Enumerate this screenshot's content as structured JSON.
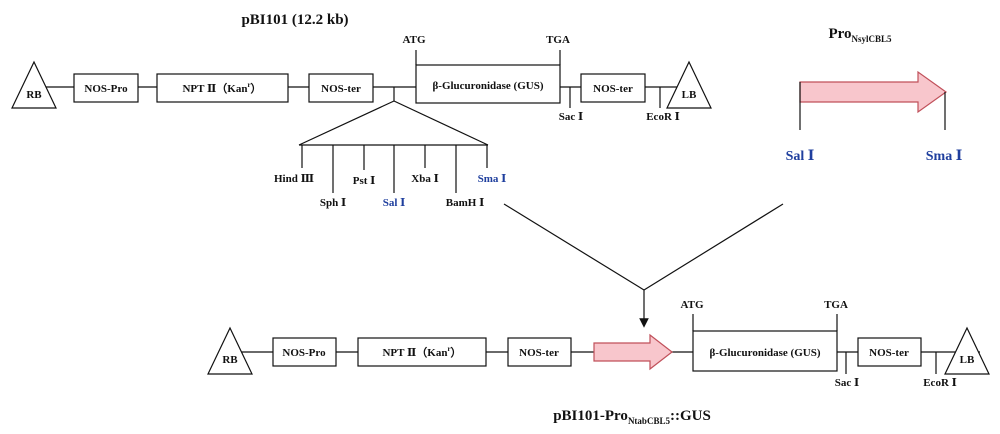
{
  "top": {
    "title": "pBI101 (12.2 kb)",
    "rb": "RB",
    "lb": "LB",
    "nos_pro": "NOS-Pro",
    "npt_main": "NPT Ⅱ（Kan",
    "npt_sup": "r",
    "npt_close": "）",
    "nos_ter1": "NOS-ter",
    "gus": "β-Glucuronidase (GUS)",
    "nos_ter2": "NOS-ter",
    "atg": "ATG",
    "tga": "TGA",
    "sac": "Sac Ⅰ",
    "ecor": "EcoR Ⅰ",
    "mcs": {
      "hind": "Hind Ⅲ",
      "sph": "Sph Ⅰ",
      "pst": "Pst Ⅰ",
      "sal": "Sal Ⅰ",
      "xba": "Xba Ⅰ",
      "bamh": "BamH Ⅰ",
      "sma": "Sma Ⅰ"
    }
  },
  "promoter": {
    "title_main": "Pro",
    "title_sub": "NsylCBL5",
    "sal": "Sal Ⅰ",
    "sma": "Sma Ⅰ"
  },
  "bottom": {
    "title_main": "pBI101-Pro",
    "title_sub": "NtabCBL5",
    "title_tail": "::GUS",
    "rb": "RB",
    "lb": "LB",
    "nos_pro": "NOS-Pro",
    "npt_main": "NPT Ⅱ（Kan",
    "npt_sup": "r",
    "npt_close": "）",
    "nos_ter1": "NOS-ter",
    "gus": "β-Glucuronidase (GUS)",
    "nos_ter2": "NOS-ter",
    "atg": "ATG",
    "tga": "TGA",
    "sac": "Sac Ⅰ",
    "ecor": "EcoR Ⅰ"
  },
  "colors": {
    "arrow_fill": "#f8c6cc",
    "arrow_stroke": "#c0505a",
    "site_blue": "#1f3f9e",
    "line": "#111111"
  }
}
